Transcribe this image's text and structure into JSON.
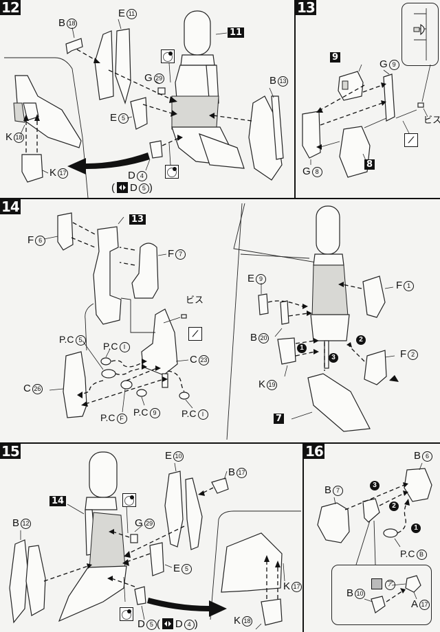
{
  "steps": [
    {
      "number": "12",
      "ref": "11",
      "labels": {
        "b18": {
          "letter": "B",
          "num": "18"
        },
        "e11": {
          "letter": "E",
          "num": "11"
        },
        "g29": {
          "letter": "G",
          "num": "29"
        },
        "e5": {
          "letter": "E",
          "num": "5"
        },
        "b13": {
          "letter": "B",
          "num": "13"
        },
        "k18": {
          "letter": "K",
          "num": "18"
        },
        "k17": {
          "letter": "K",
          "num": "17"
        },
        "d4": {
          "letter": "D",
          "num": "4"
        },
        "d5": {
          "letter": "D",
          "num": "5"
        }
      }
    },
    {
      "number": "13",
      "refs": [
        "9",
        "8"
      ],
      "labels": {
        "g9": {
          "letter": "G",
          "num": "9"
        },
        "g8": {
          "letter": "G",
          "num": "8"
        },
        "screw": "ビス"
      }
    },
    {
      "number": "14",
      "refs": [
        "13",
        "7"
      ],
      "labels": {
        "f6": {
          "letter": "F",
          "num": "6"
        },
        "f7": {
          "letter": "F",
          "num": "7"
        },
        "screw": "ビス",
        "pc5": {
          "letter": "P.C",
          "num": "5"
        },
        "pci_a": {
          "letter": "P.C",
          "num": "I"
        },
        "c23": {
          "letter": "C",
          "num": "23"
        },
        "c26": {
          "letter": "C",
          "num": "26"
        },
        "pcf": {
          "letter": "P.C",
          "num": "F"
        },
        "pc9": {
          "letter": "P.C",
          "num": "9"
        },
        "pci_b": {
          "letter": "P.C",
          "num": "I"
        },
        "e9": {
          "letter": "E",
          "num": "9"
        },
        "f1": {
          "letter": "F",
          "num": "1"
        },
        "b20": {
          "letter": "B",
          "num": "20"
        },
        "f2": {
          "letter": "F",
          "num": "2"
        },
        "k19": {
          "letter": "K",
          "num": "19"
        },
        "seq": [
          "1",
          "2",
          "3"
        ]
      }
    },
    {
      "number": "15",
      "ref": "14",
      "labels": {
        "e10": {
          "letter": "E",
          "num": "10"
        },
        "b17": {
          "letter": "B",
          "num": "17"
        },
        "b12": {
          "letter": "B",
          "num": "12"
        },
        "g29": {
          "letter": "G",
          "num": "29"
        },
        "e5": {
          "letter": "E",
          "num": "5"
        },
        "k17": {
          "letter": "K",
          "num": "17"
        },
        "k18": {
          "letter": "K",
          "num": "18"
        },
        "d5": {
          "letter": "D",
          "num": "5"
        },
        "d4": {
          "letter": "D",
          "num": "4"
        }
      }
    },
    {
      "number": "16",
      "labels": {
        "b6": {
          "letter": "B",
          "num": "6"
        },
        "b7": {
          "letter": "B",
          "num": "7"
        },
        "pcb": {
          "letter": "P.C",
          "num": "B"
        },
        "b10": {
          "letter": "B",
          "num": "10"
        },
        "a17": {
          "letter": "A",
          "num": "17"
        },
        "mark": "ア",
        "seq": [
          "1",
          "2",
          "3"
        ]
      }
    }
  ],
  "colors": {
    "ink": "#111111",
    "paper": "#f4f4f2"
  }
}
